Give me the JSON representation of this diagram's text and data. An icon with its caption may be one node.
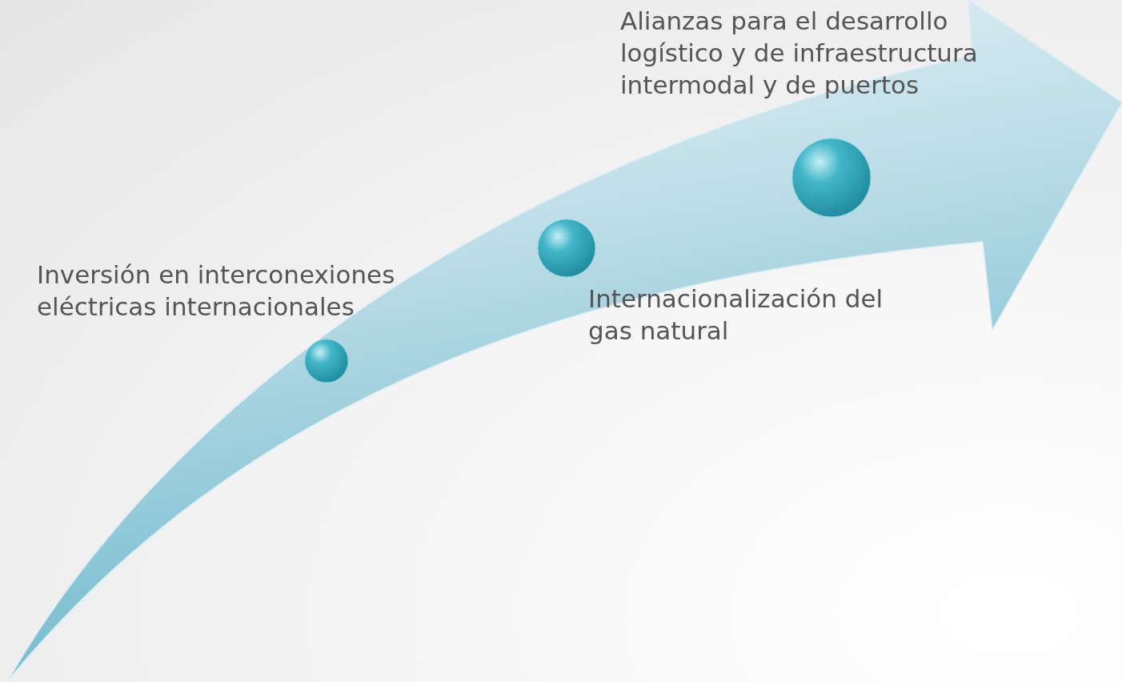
{
  "diagram": {
    "nodes": [
      {
        "text": [],
        "shape": "circle",
        "beside": [
          "Inversión en interconexiones eléctricas internacionales"
        ]
      },
      {
        "text": [],
        "shape": "circle",
        "beside": [
          "Internacionalización del gas natural"
        ]
      },
      {
        "text": [],
        "shape": "circle",
        "beside": [
          "Alianzas para el desarrollo logístico y de infraestructura intermodal y de puertos"
        ]
      }
    ]
  }
}
